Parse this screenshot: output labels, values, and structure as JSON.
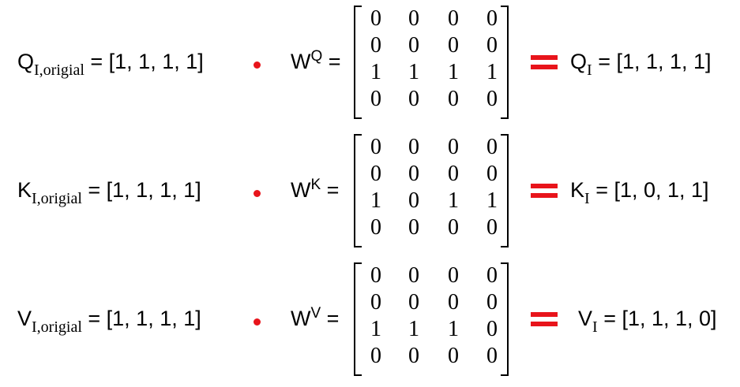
{
  "accent_color": "#e8141b",
  "rows": [
    {
      "orig_symbol": "Q",
      "orig_subscript": "I,origial",
      "orig_vector": " = [1, 1, 1, 1]",
      "weight_symbol": "W",
      "weight_superscript": "Q",
      "weight_equals": " =",
      "matrix": [
        [
          0,
          0,
          0,
          0
        ],
        [
          0,
          0,
          0,
          0
        ],
        [
          1,
          1,
          1,
          1
        ],
        [
          0,
          0,
          0,
          0
        ]
      ],
      "result_symbol": "Q",
      "result_subscript": "I",
      "result_vector": " = [1, 1, 1, 1]"
    },
    {
      "orig_symbol": "K",
      "orig_subscript": "I,origial",
      "orig_vector": " = [1, 1, 1, 1]",
      "weight_symbol": "W",
      "weight_superscript": "K",
      "weight_equals": " =",
      "matrix": [
        [
          0,
          0,
          0,
          0
        ],
        [
          0,
          0,
          0,
          0
        ],
        [
          1,
          0,
          1,
          1
        ],
        [
          0,
          0,
          0,
          0
        ]
      ],
      "result_symbol": "K",
      "result_subscript": "I",
      "result_vector": " = [1, 0, 1, 1]"
    },
    {
      "orig_symbol": "V",
      "orig_subscript": "I,origial",
      "orig_vector": " = [1, 1, 1, 1]",
      "weight_symbol": "W",
      "weight_superscript": "V",
      "weight_equals": " =",
      "matrix": [
        [
          0,
          0,
          0,
          0
        ],
        [
          0,
          0,
          0,
          0
        ],
        [
          1,
          1,
          1,
          0
        ],
        [
          0,
          0,
          0,
          0
        ]
      ],
      "result_symbol": "V",
      "result_subscript": "I",
      "result_vector": " = [1, 1, 1, 0]"
    }
  ]
}
